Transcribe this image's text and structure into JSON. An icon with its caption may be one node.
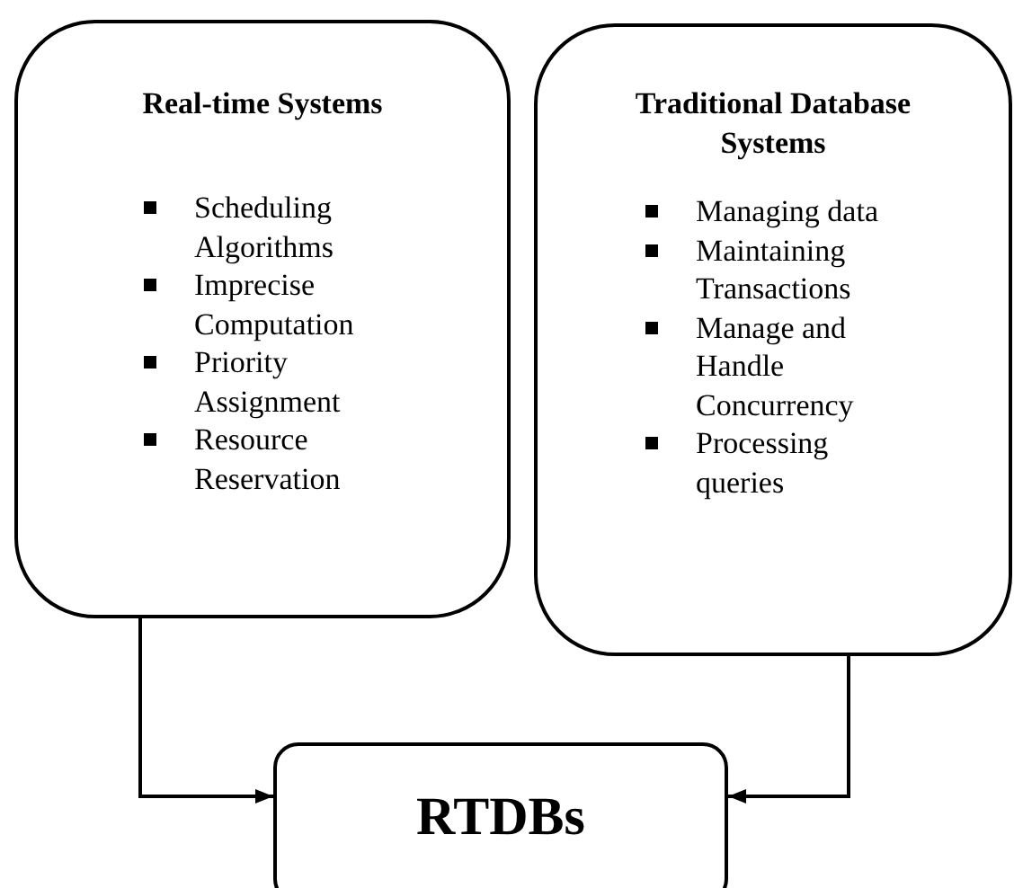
{
  "diagram": {
    "nodes": [
      {
        "text": [
          "Real-time Systems",
          "Scheduling Algorithms",
          "Imprecise Computation",
          "Priority Assignment",
          "Resource Reservation"
        ]
      },
      {
        "text": [
          "Traditional Database Systems",
          "Managing data",
          "Maintaining Transactions",
          "Manage and Handle Concurrency",
          "Processing queries"
        ]
      },
      {
        "text": [
          "RTDBs"
        ]
      }
    ],
    "edges": [
      {
        "from": 0,
        "to": 2,
        "arrow": "to"
      },
      {
        "from": 1,
        "to": 2,
        "arrow": "to"
      }
    ]
  }
}
